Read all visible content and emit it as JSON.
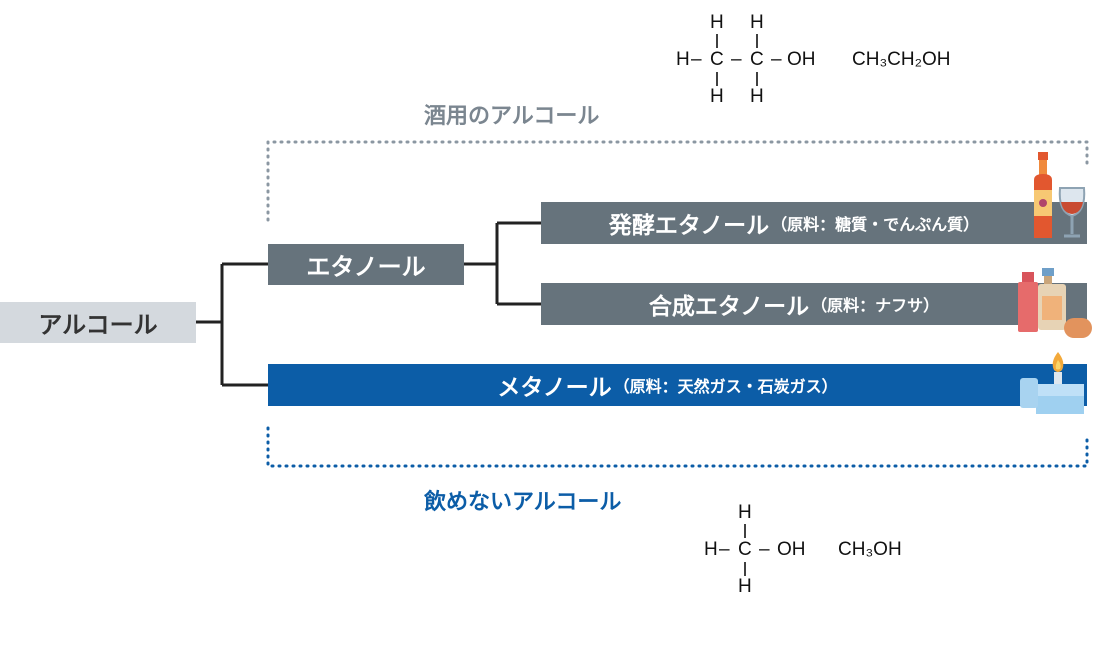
{
  "root": {
    "label": "アルコール"
  },
  "ethanol": {
    "label": "エタノール"
  },
  "fermentation": {
    "label": "発酵エタノール",
    "note": "（原料：糖質・でんぷん質）"
  },
  "synthetic": {
    "label": "合成エタノール",
    "note": "（原料：ナフサ）"
  },
  "methanol": {
    "label": "メタノール",
    "note": "（原料：天然ガス・石炭ガス）"
  },
  "groups": {
    "drinkable": "酒用のアルコール",
    "undrinkable": "飲めないアルコール"
  },
  "ethanol_formula": {
    "H": "H",
    "C": "C",
    "OH": "OH",
    "dash": "–",
    "condensed": "CH₃CH₂OH"
  },
  "methanol_formula": {
    "H": "H",
    "C": "C",
    "OH": "OH",
    "dash": "–",
    "condensed": "CH₃OH"
  },
  "colors": {
    "gray_box": "#66737c",
    "root_box": "#d4d9de",
    "methanol_box": "#0c5da7",
    "drink_label": "#7b8690",
    "nodrink_label": "#0c5da7"
  },
  "icons": [
    "wine-bottle-glass-icon",
    "perfume-cosmetics-icon",
    "alcohol-lamp-icon"
  ]
}
